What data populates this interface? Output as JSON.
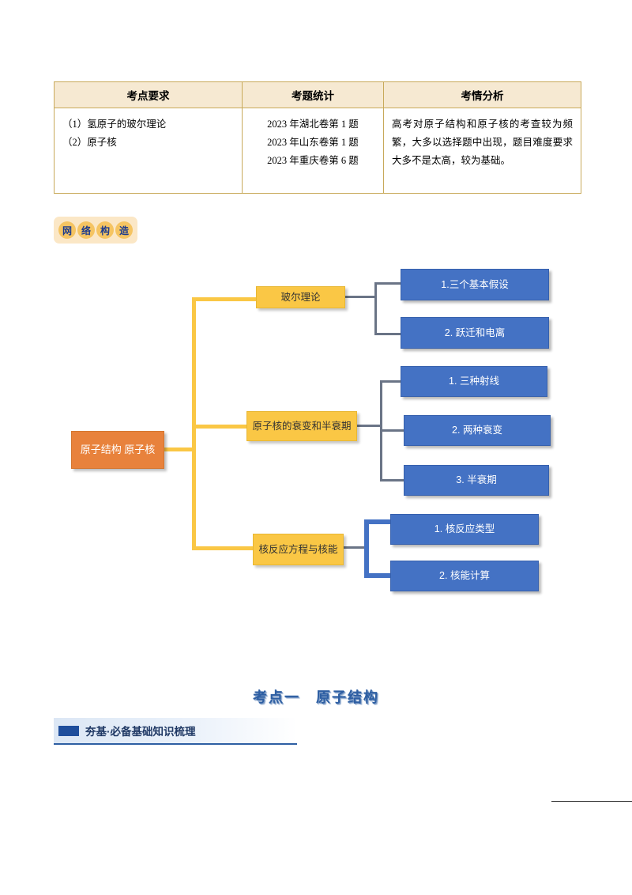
{
  "table": {
    "headers": [
      "考点要求",
      "考题统计",
      "考情分析"
    ],
    "requirements": [
      "（1）氢原子的玻尔理论",
      "（2）原子核"
    ],
    "statistics": [
      "2023 年湖北卷第 1 题",
      "2023 年山东卷第 1 题",
      "2023 年重庆卷第 6 题"
    ],
    "analysis": "高考对原子结构和原子核的考查较为频繁，大多以选择题中出现，题目难度要求大多不是太高，较为基础。"
  },
  "badge": {
    "chars": [
      "网",
      "络",
      "构",
      "造"
    ]
  },
  "mindmap": {
    "root": "原子结构  原子核",
    "branches": [
      {
        "label": "玻尔理论",
        "leaves": [
          "1.三个基本假设",
          "2. 跃迁和电离"
        ]
      },
      {
        "label": "原子核的衰变和半衰期",
        "leaves": [
          "1. 三种射线",
          "2. 两种衰变",
          "3. 半衰期"
        ]
      },
      {
        "label": "核反应方程与核能",
        "leaves": [
          "1. 核反应类型",
          "2. 核能计算"
        ]
      }
    ],
    "colors": {
      "root": "#e8823c",
      "mid": "#fac745",
      "leaf": "#4472c4",
      "connector_gray": "#6a7486"
    }
  },
  "section": {
    "kaodian_title": "考点一　原子结构",
    "hangji_title": "夯基·必备基础知识梳理"
  }
}
